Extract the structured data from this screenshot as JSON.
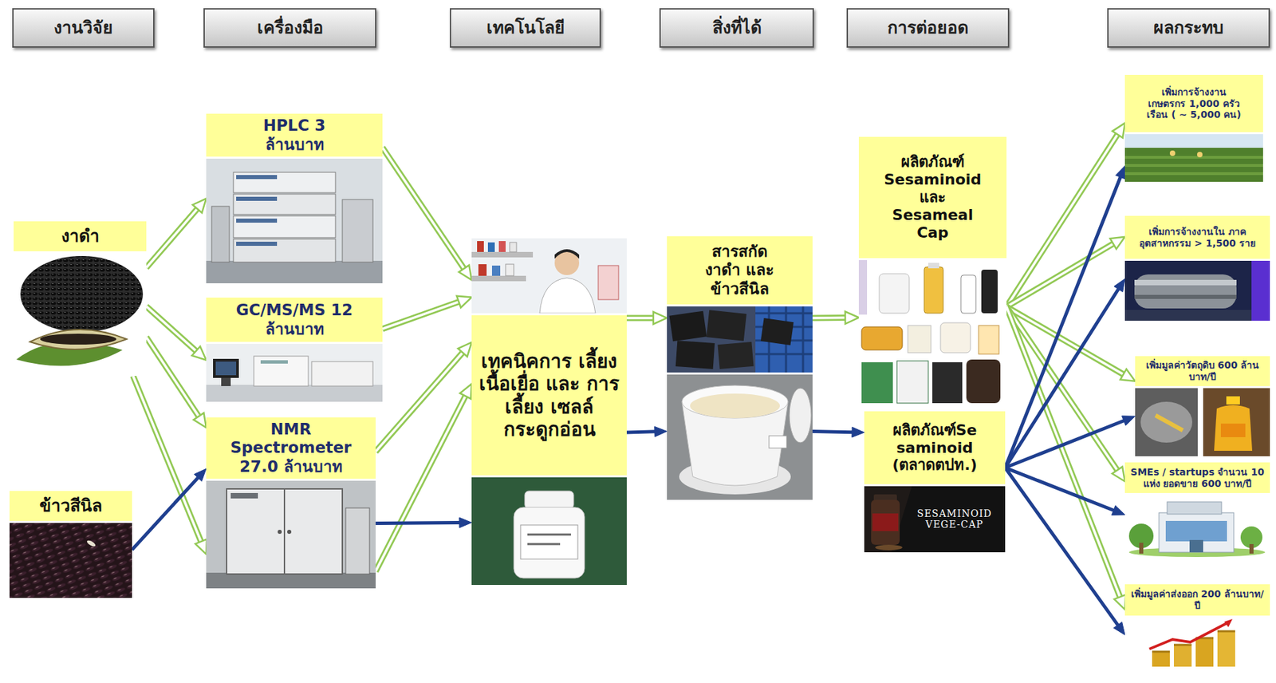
{
  "diagram": {
    "nodes": [
      {
        "text": [
          "งานวิจัย"
        ]
      },
      {
        "text": [
          "เครื่องมือ"
        ]
      },
      {
        "text": [
          "เทคโนโลยี"
        ]
      },
      {
        "text": [
          "สิ่งที่ได้"
        ]
      },
      {
        "text": [
          "การต่อยอด"
        ]
      },
      {
        "text": [
          "ผลกระทบ"
        ]
      },
      {
        "text": [
          "งาดำ"
        ]
      },
      {
        "text": [
          "ข้าวสีนิล"
        ]
      },
      {
        "text": [
          "HPLC 3 ล้านบาท"
        ]
      },
      {
        "text": [
          "GC/MS/MS 12 ล้านบาท"
        ]
      },
      {
        "text": [
          "NMR Spectrometer 27.0 ล้านบาท"
        ]
      },
      {
        "text": [
          "เทคนิคการ เลี้ยง เนื้อเยื่อ และ การเลี้ยง เซลล์ กระดูกอ่อน"
        ]
      },
      {
        "text": [
          "สารสกัด งาดำ และข้าวสีนิล"
        ]
      },
      {
        "text": [
          "ผลิตภัณฑ์ Sesaminoid และ Sesameal Cap"
        ]
      },
      {
        "text": [
          "ผลิตภัณฑ์Se saminoid (ตลาดตปท.)"
        ]
      },
      {
        "text": [
          "เพิ่มการจ้างงาน เกษตรกร 1,000 ครัวเรือน ( ~ 5,000 คน)"
        ]
      },
      {
        "text": [
          "เพิ่มการจ้างงานใน ภาคอุตสาหกรรม > 1,500 ราย"
        ]
      },
      {
        "text": [
          "เพิ่มมูลค่าวัตถุดิบ 600 ล้านบาท/ปี"
        ]
      },
      {
        "text": [
          "SMEs / startups จำนวน 10 แห่ง ยอดขาย 600 บาท/ปี"
        ]
      },
      {
        "text": [
          "เพิ่มมูลค่าส่งออก 200 ล้านบาท/ปี"
        ]
      }
    ],
    "edges": [
      {
        "from": 6,
        "to": 8,
        "arrow": "to"
      },
      {
        "from": 6,
        "to": 9,
        "arrow": "to"
      },
      {
        "from": 6,
        "to": 10,
        "arrow": "to"
      },
      {
        "from": 6,
        "to": 10,
        "arrow": "to"
      },
      {
        "from": 7,
        "to": 10,
        "arrow": "to"
      },
      {
        "from": 8,
        "to": 11,
        "arrow": "to"
      },
      {
        "from": 9,
        "to": 11,
        "arrow": "to"
      },
      {
        "from": 10,
        "to": 11,
        "arrow": "to"
      },
      {
        "from": 10,
        "to": 11,
        "arrow": "to"
      },
      {
        "from": 10,
        "to": 11,
        "arrow": "to"
      },
      {
        "from": 11,
        "to": 12,
        "arrow": "to"
      },
      {
        "from": 11,
        "to": 12,
        "arrow": "to"
      },
      {
        "from": 12,
        "to": 13,
        "arrow": "to"
      },
      {
        "from": 12,
        "to": 14,
        "arrow": "to"
      },
      {
        "from": 13,
        "to": 15,
        "arrow": "to"
      },
      {
        "from": 13,
        "to": 16,
        "arrow": "to"
      },
      {
        "from": 13,
        "to": 17,
        "arrow": "to"
      },
      {
        "from": 13,
        "to": 18,
        "arrow": "to"
      },
      {
        "from": 13,
        "to": 19,
        "arrow": "to"
      },
      {
        "from": 14,
        "to": 15,
        "arrow": "to"
      },
      {
        "from": 14,
        "to": 16,
        "arrow": "to"
      },
      {
        "from": 14,
        "to": 17,
        "arrow": "to"
      },
      {
        "from": 14,
        "to": 18,
        "arrow": "to"
      },
      {
        "from": 14,
        "to": 19,
        "arrow": "to"
      }
    ],
    "labels": [
      "SESAMINOID VEGE-CAP"
    ]
  }
}
